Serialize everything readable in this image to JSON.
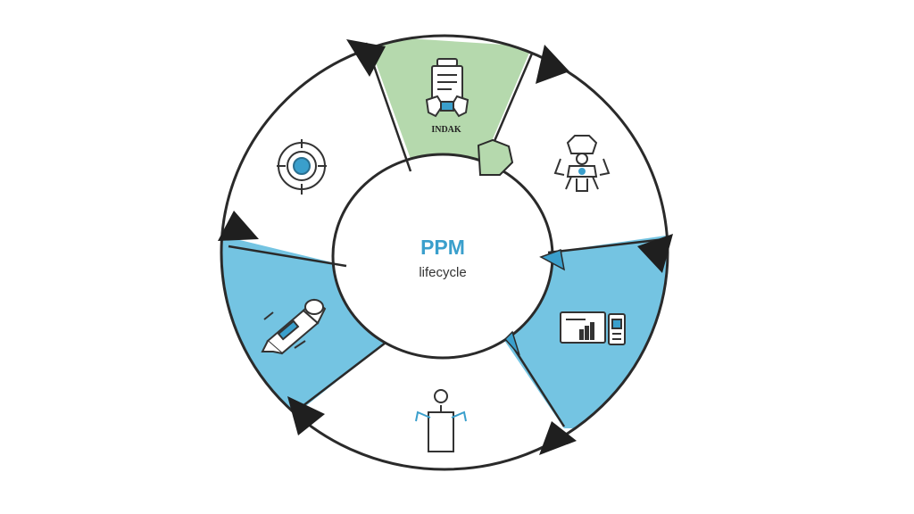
{
  "center": {
    "title": "PPM",
    "subtitle": "lifecycle"
  },
  "colors": {
    "ring_stroke": "#2a2a2a",
    "green_fill": "#b5d9ad",
    "blue_fill": "#74c4e2",
    "white_fill": "#ffffff",
    "title_color": "#3a9fcc",
    "arrow": "#1f1f1f",
    "icon_stroke": "#333333",
    "icon_blue": "#3a9fcc"
  },
  "segments": [
    {
      "id": "top",
      "fill": "green",
      "icon": "document-intake-icon",
      "label": "INDAK"
    },
    {
      "id": "upper-right",
      "fill": "white",
      "icon": "robot-person-icon",
      "label": ""
    },
    {
      "id": "lower-right",
      "fill": "blue",
      "icon": "dashboard-monitor-icon",
      "label": ""
    },
    {
      "id": "bottom",
      "fill": "white",
      "icon": "person-signal-icon",
      "label": ""
    },
    {
      "id": "lower-left",
      "fill": "blue",
      "icon": "usb-device-icon",
      "label": ""
    },
    {
      "id": "upper-left",
      "fill": "white",
      "icon": "target-icon",
      "label": ""
    }
  ]
}
